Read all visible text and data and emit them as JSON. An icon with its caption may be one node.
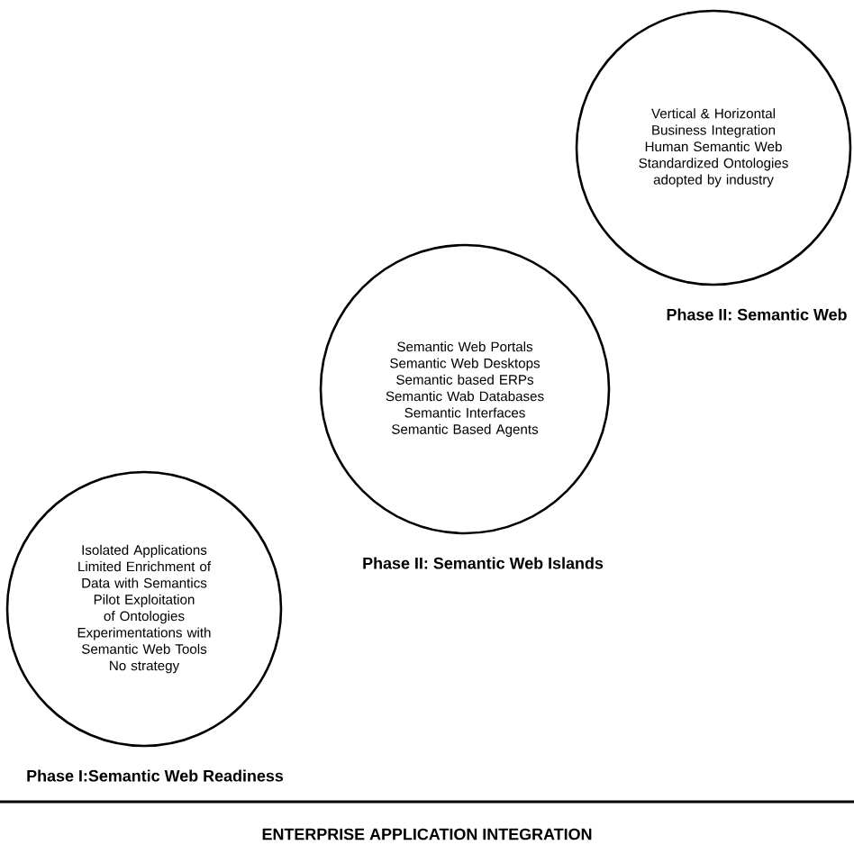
{
  "diagram": {
    "title": "ENTERPRISE APPLICATION INTEGRATION",
    "nodes": [
      {
        "text": [
          "Isolated Applications",
          "Limited Enrichment of Data with Semantics",
          "Pilot Exploitation of Ontologies",
          "Experimentations with Semantic Web Tools",
          "No strategy"
        ],
        "beside": [
          "Phase I:Semantic Web Readiness"
        ]
      },
      {
        "text": [
          "Semantic Web Portals",
          "Semantic Web Desktops",
          "Semantic based ERPs",
          "Semantic Wab Databases",
          "Semantic Interfaces",
          "Semantic Based Agents"
        ],
        "beside": [
          "Phase II: Semantic Web Islands"
        ]
      },
      {
        "text": [
          "Vertical & Horizontal Business Integration",
          "Human Semantic Web",
          "Standardized Ontologies adopted by industry"
        ],
        "beside": [
          "Phase II: Semantic Web"
        ]
      }
    ]
  }
}
